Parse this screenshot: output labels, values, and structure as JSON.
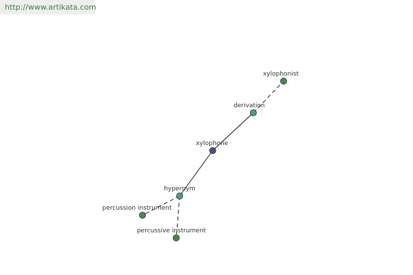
{
  "header": {
    "url": "http://www.artikata.com"
  },
  "colors": {
    "center_node": "#4a4f8f",
    "relation_node": "#4f9a8a",
    "leaf_node": "#4a8a48",
    "edge": "#000000",
    "url_text": "#3f7f3f"
  },
  "graph": {
    "nodes": [
      {
        "id": "xylophonist",
        "label": "xylophonist",
        "kind": "leaf"
      },
      {
        "id": "derivation",
        "label": "derivation",
        "kind": "relation"
      },
      {
        "id": "xylophone",
        "label": "xylophone",
        "kind": "center"
      },
      {
        "id": "hypernym",
        "label": "hypernym",
        "kind": "relation"
      },
      {
        "id": "percussion-instrument",
        "label": "percussion instrument",
        "kind": "leaf"
      },
      {
        "id": "percussive-instrument",
        "label": "percussive instrument",
        "kind": "leaf"
      }
    ],
    "edges": [
      {
        "from": "xylophone",
        "to": "derivation",
        "style": "solid"
      },
      {
        "from": "derivation",
        "to": "xylophonist",
        "style": "dashed"
      },
      {
        "from": "xylophone",
        "to": "hypernym",
        "style": "solid"
      },
      {
        "from": "hypernym",
        "to": "percussion-instrument",
        "style": "dashed"
      },
      {
        "from": "hypernym",
        "to": "percussive-instrument",
        "style": "dashed"
      }
    ]
  }
}
